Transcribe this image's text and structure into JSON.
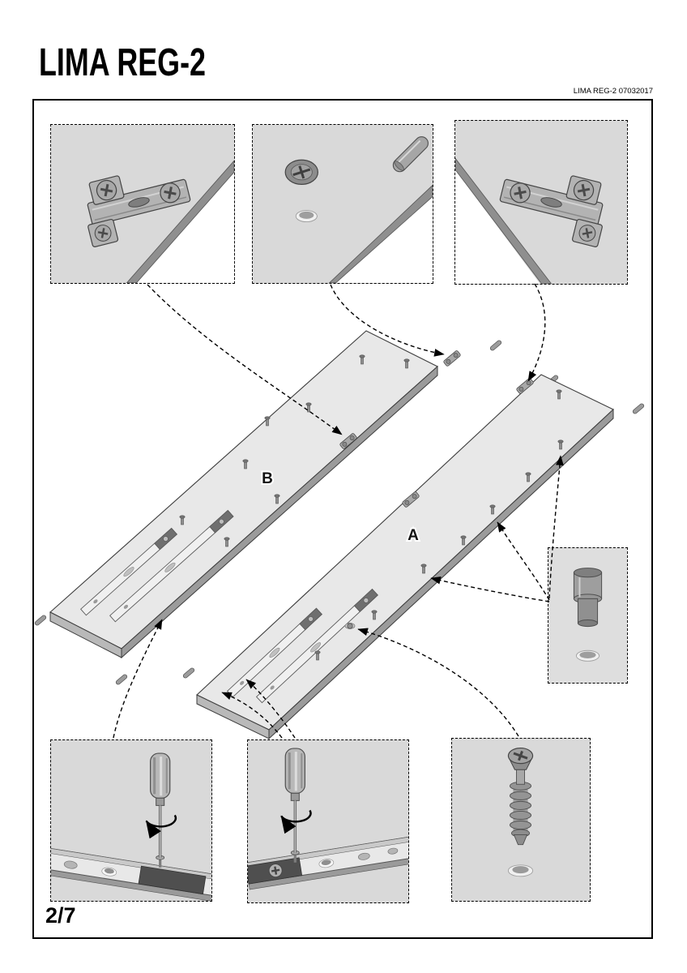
{
  "page": {
    "title": "LIMA REG-2",
    "doc_ref": "LIMA REG-2 07032017",
    "page_number": "2/7"
  },
  "diagram": {
    "panel_a_label": "A",
    "panel_b_label": "B",
    "callouts": {
      "top_left": "hinge-mounting-plate-detail",
      "top_center": "cam-lock-and-dowel-detail",
      "top_right": "hinge-mounting-plate-detail",
      "middle_right": "plastic-plug-detail",
      "bottom_left": "screwdriver-rail-fixing-detail",
      "bottom_center": "screwdriver-rail-fixing-detail",
      "bottom_right": "cam-bolt-detail"
    },
    "colors": {
      "panel_face": "#e8e8e8",
      "panel_edge": "#9b9b9b",
      "callout_bg": "#d9d9d9",
      "outline": "#000000"
    }
  }
}
